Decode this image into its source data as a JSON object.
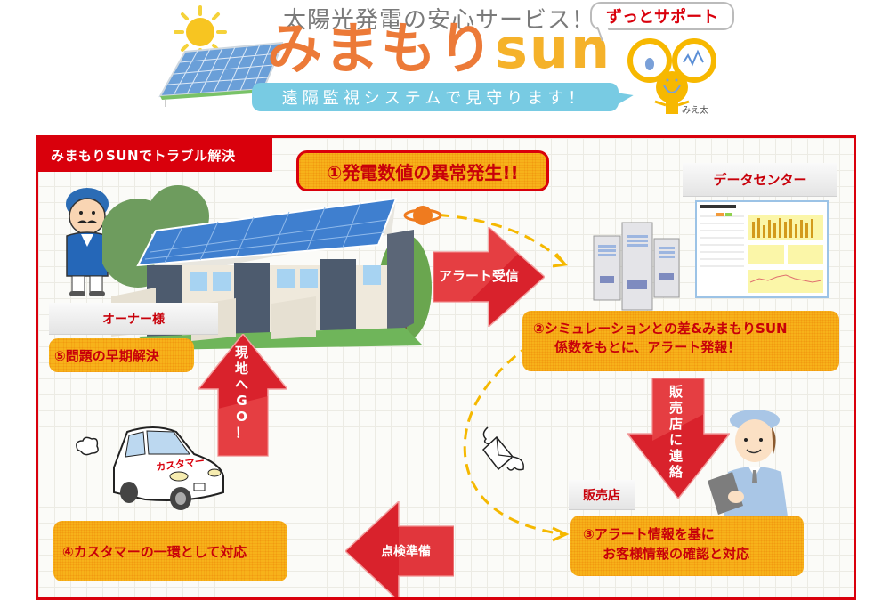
{
  "header": {
    "tagline": "太陽光発電の安心サービス！",
    "logo_jp": "みまもり",
    "logo_en": "sun",
    "slogan": "遠隔監視システムで見守ります！",
    "support_bubble": "ずっとサポート",
    "mascot_name": "みえ太"
  },
  "diagram": {
    "title": "みまもりSUNでトラブル解決",
    "step1_alert": "①発電数値の異常発生!!",
    "data_center_label": "データセンター",
    "step2_line1": "②シミュレーションとの差&みまもりSUN",
    "step2_line2": "係数をもとに、アラート発報！",
    "step3_line1": "③アラート情報を基に",
    "step3_line2": "お客様情報の確認と対応",
    "step4": "④カスタマーの一環として対応",
    "step5": "⑤問題の早期解決",
    "owner_label": "オーナー様",
    "shop_label": "販売店",
    "car_label": "カスタマー",
    "arrows": {
      "alert_received": "アラート受信",
      "contact_shop": [
        "販",
        "売",
        "店",
        "に",
        "連",
        "絡"
      ],
      "prepare_inspection": "点検準備",
      "go_onsite": [
        "現",
        "地",
        "へ",
        "G",
        "O",
        "！"
      ]
    }
  },
  "colors": {
    "frame_red": "#d9000c",
    "step_orange": "#f7b21a",
    "logo_orange": "#ec7a38",
    "logo_yellow": "#f5b22a",
    "slogan_blue": "#78cbe3",
    "dashed_path": "#f5b800"
  }
}
